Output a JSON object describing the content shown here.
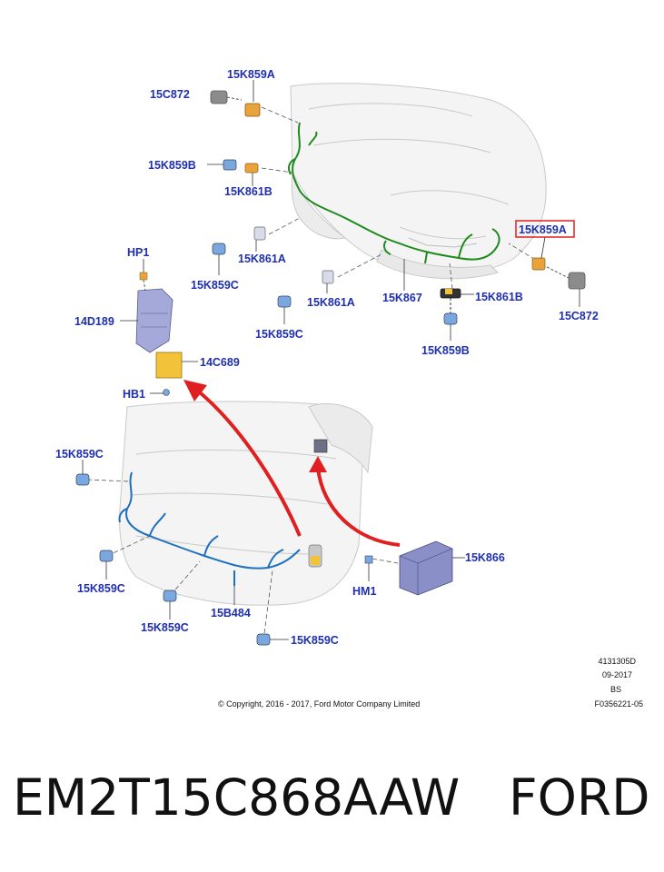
{
  "colors": {
    "label": "#1f2fae",
    "highlight_box": "#e02020",
    "front_harness": "#1e8a1e",
    "rear_harness": "#1e6fc0",
    "arrow": "#e02020",
    "sensor_orange": "#e8a33a",
    "sensor_blue": "#7aa7e0",
    "module_purple": "#8a8fc8",
    "module_yellow": "#f2c23a"
  },
  "labels": {
    "c872_top": "15C872",
    "k859a_top": "15K859A",
    "k859b_top": "15K859B",
    "k861b_top": "15K861B",
    "k861a_1": "15K861A",
    "k859c_1": "15K859C",
    "k861a_2": "15K861A",
    "k859c_2": "15K859C",
    "k867": "15K867",
    "k859a_highlight": "15K859A",
    "c872_right": "15C872",
    "k861b_right": "15K861B",
    "k859b_right": "15K859B",
    "hp1": "HP1",
    "d189": "14D189",
    "c689": "14C689",
    "hb1": "HB1",
    "k859c_rear1": "15K859C",
    "k859c_rear2": "15K859C",
    "k859c_rear3": "15K859C",
    "k859c_rear4": "15K859C",
    "b484": "15B484",
    "k866": "15K866",
    "hm1": "HM1"
  },
  "footer": {
    "ref_code": "4131305D",
    "date": "09-2017",
    "initials": "BS",
    "figure_id": "F0356221-05",
    "copyright": "© Copyright, 2016 - 2017, Ford Motor Company Limited"
  },
  "caption": {
    "part_number": "EM2T15C868AAW",
    "brand": "FORD"
  }
}
